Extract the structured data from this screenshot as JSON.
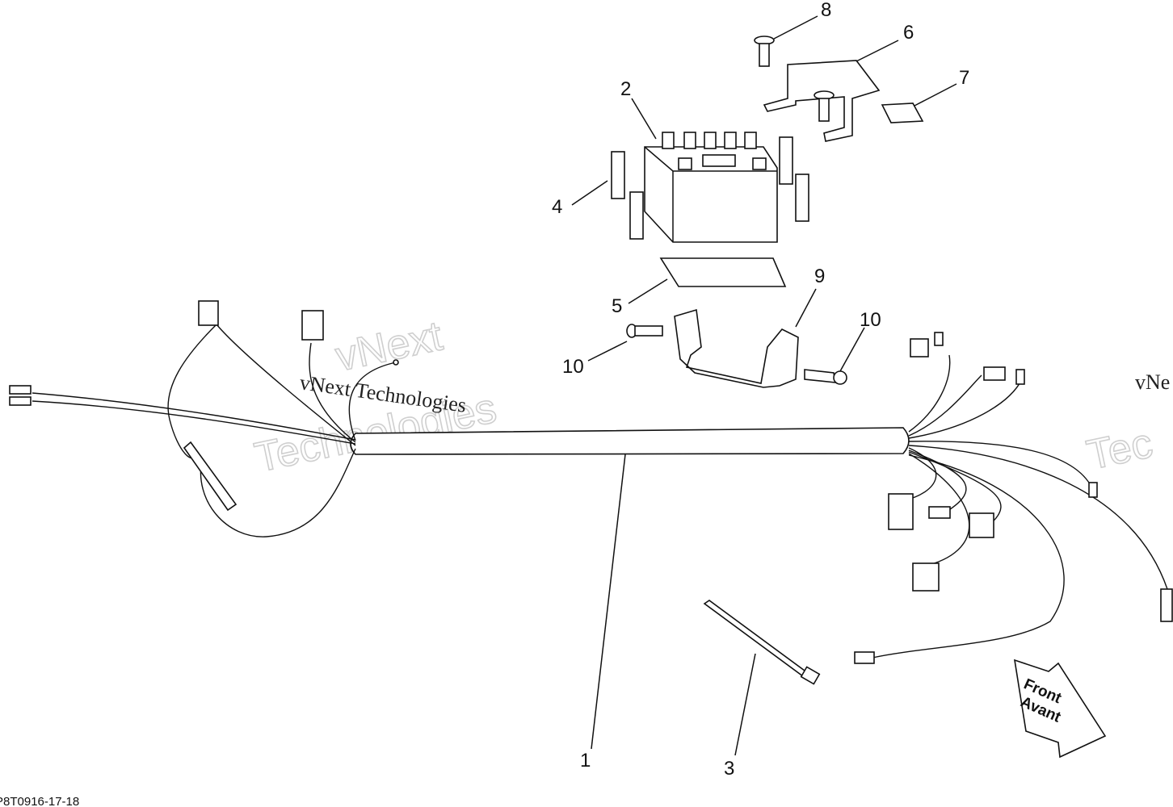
{
  "diagram": {
    "reference_code": "P8T0916-17-18",
    "front_arrow": {
      "line1": "Front",
      "line2": "Avant"
    },
    "watermarks": [
      {
        "text": "vNext Technologies"
      },
      {
        "text": "vNext"
      },
      {
        "text": "Technologies"
      },
      {
        "text": "vNe"
      },
      {
        "text": "Tec"
      }
    ],
    "callouts": [
      {
        "id": "c1",
        "label": "1"
      },
      {
        "id": "c2",
        "label": "2"
      },
      {
        "id": "c3",
        "label": "3"
      },
      {
        "id": "c4",
        "label": "4"
      },
      {
        "id": "c5",
        "label": "5"
      },
      {
        "id": "c6",
        "label": "6"
      },
      {
        "id": "c7",
        "label": "7"
      },
      {
        "id": "c8",
        "label": "8"
      },
      {
        "id": "c9",
        "label": "9"
      },
      {
        "id": "c10a",
        "label": "10"
      },
      {
        "id": "c10b",
        "label": "10"
      }
    ]
  }
}
